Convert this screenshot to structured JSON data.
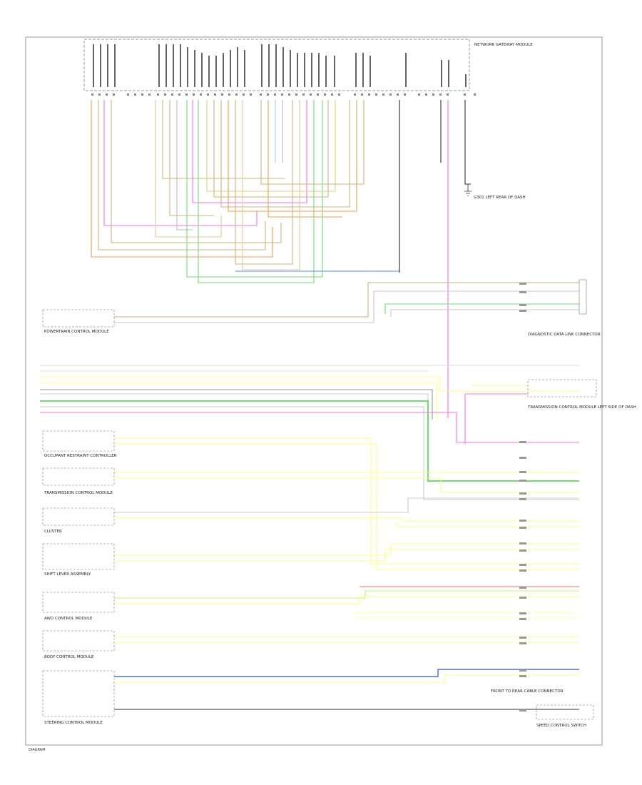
{
  "diagram": {
    "module_label": "NETWORK GATEWAY MODULE",
    "ground_note": "G301 LEFT REAR OF DASH",
    "footnote": "DIAGRAM",
    "colors": {
      "orange": "#e8a050",
      "tan": "#d2b27a",
      "pink": "#ff70e6",
      "green": "#6ee06e",
      "blue": "#4a8ef0",
      "gray": "#888888",
      "yellow": "#ffff80",
      "red": "#ff6a6a",
      "lightblue": "#a8c8ff",
      "lightgray": "#c8c8c8",
      "dark": "#333333"
    },
    "components": [
      {
        "id": "powertrain",
        "label": "POWERTRAIN CONTROL MODULE"
      },
      {
        "id": "occupant",
        "label": "OCCUPANT RESTRAINT CONTROLLER"
      },
      {
        "id": "tcm",
        "label": "TRANSMISSION CONTROL MODULE"
      },
      {
        "id": "cluster",
        "label": "CLUSTER"
      },
      {
        "id": "shifter",
        "label": "SHIFT LEVER ASSEMBLY"
      },
      {
        "id": "awd",
        "label": "AWD CONTROL MODULE"
      },
      {
        "id": "body",
        "label": "BODY CONTROL MODULE"
      },
      {
        "id": "steering",
        "label": "STEERING CONTROL MODULE"
      },
      {
        "id": "diag",
        "label": "DIAGNOSTIC DATA LINK CONNECTOR"
      },
      {
        "id": "tmpm",
        "label": "TRANSMISSION CONTROL MODULE LEFT SIDE OF DASH"
      },
      {
        "id": "ssw",
        "label": "SPEED CONTROL SWITCH"
      },
      {
        "id": "front_conn",
        "label": "FRONT TO REAR CABLE CONNECTOR"
      }
    ]
  }
}
